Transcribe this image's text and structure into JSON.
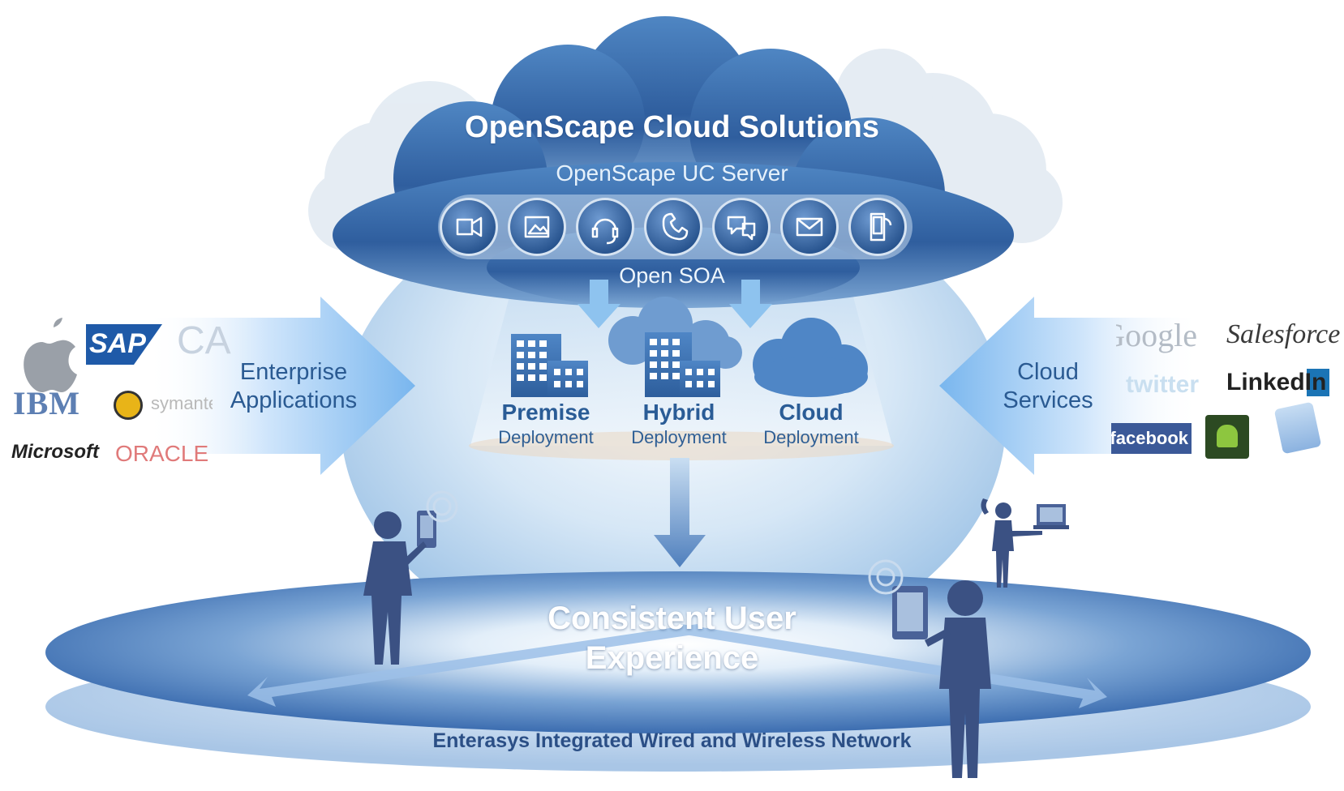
{
  "cloud": {
    "title": "OpenScape Cloud Solutions",
    "server_label": "OpenScape UC Server",
    "soa_label": "Open SOA",
    "service_icons": [
      "video-icon",
      "image-icon",
      "headset-icon",
      "phone-icon",
      "chat-icon",
      "mail-icon",
      "mobile-icon"
    ]
  },
  "deployments": [
    {
      "title": "Premise",
      "subtitle": "Deployment"
    },
    {
      "title": "Hybrid",
      "subtitle": "Deployment"
    },
    {
      "title": "Cloud",
      "subtitle": "Deployment"
    }
  ],
  "left": {
    "label_line1": "Enterprise",
    "label_line2": "Applications",
    "logos": [
      "SAP",
      "CA",
      "IBM",
      "symantec",
      "Microsoft",
      "ORACLE"
    ]
  },
  "right": {
    "label_line1": "Cloud",
    "label_line2": "Services",
    "logos": [
      "Google",
      "Salesforce",
      "twitter",
      "LinkedIn",
      "facebook"
    ]
  },
  "center": {
    "line1": "Consistent User",
    "line2": "Experience"
  },
  "network_label": "Enterasys Integrated Wired and Wireless Network",
  "colors": {
    "cloud_dark": "#2f5e9e",
    "cloud_light": "#9ec3e6",
    "disc_dark": "#3c6db0",
    "disc_light": "#c9ddf1",
    "arrow": "#8fc4f0",
    "person": "#3b5183",
    "text_blue": "#2a5c96"
  }
}
